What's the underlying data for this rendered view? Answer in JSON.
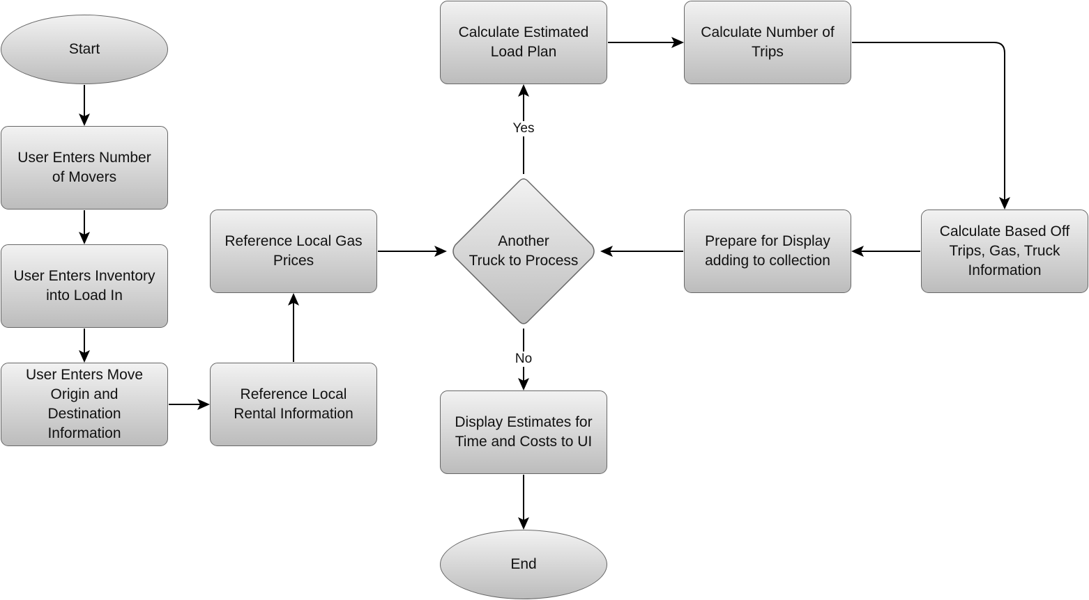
{
  "nodes": {
    "start": "Start",
    "user_enters_movers": "User Enters Number\nof Movers",
    "user_enters_inventory": "User Enters Inventory\ninto Load In",
    "user_enters_origin": "User Enters Move\nOrigin and\nDestination\nInformation",
    "reference_rental": "Reference Local\nRental Information",
    "reference_gas": "Reference Local Gas\nPrices",
    "decision": "Another\nTruck to Process",
    "calculate_load_plan": "Calculate Estimated\nLoad Plan",
    "calculate_trips": "Calculate Number of\nTrips",
    "calculate_based_off": "Calculate Based Off\nTrips, Gas, Truck\nInformation",
    "prepare_display": "Prepare for Display\nadding to collection",
    "display_estimates": "Display Estimates for\nTime and Costs to UI",
    "end": "End"
  },
  "edge_labels": {
    "yes": "Yes",
    "no": "No"
  },
  "colors": {
    "node_fill_top": "#f2f2f2",
    "node_fill_bottom": "#bcbcbc",
    "node_stroke": "#666666",
    "edge": "#000000"
  }
}
